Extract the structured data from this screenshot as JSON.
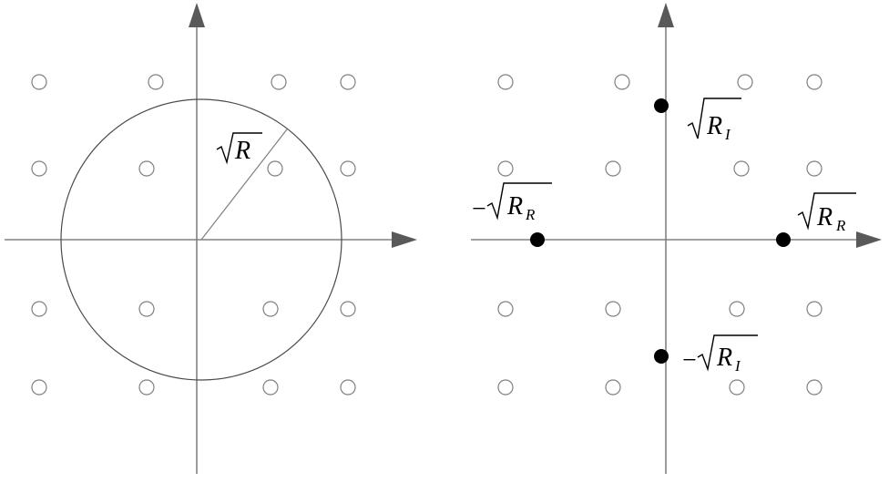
{
  "left_panel": {
    "open_points_count": 16,
    "radius_label": {
      "sign": "",
      "radical": "√",
      "symbol": "R",
      "subscript": ""
    }
  },
  "right_panel": {
    "open_points_count": 16,
    "labels": {
      "pos_imag": {
        "sign": "",
        "symbol": "R",
        "subscript": "I"
      },
      "neg_imag": {
        "sign": "−",
        "symbol": "R",
        "subscript": "I"
      },
      "pos_real": {
        "sign": "",
        "symbol": "R",
        "subscript": "R"
      },
      "neg_real": {
        "sign": "−",
        "symbol": "R",
        "subscript": "R"
      }
    },
    "filled_points": [
      "positive-imaginary",
      "negative-imaginary",
      "positive-real",
      "negative-real"
    ]
  },
  "colors": {
    "axis": "#808080",
    "arrow": "#595959",
    "filled_point": "#000000",
    "open_point": "#808080",
    "circle": "#4a4a4a"
  }
}
